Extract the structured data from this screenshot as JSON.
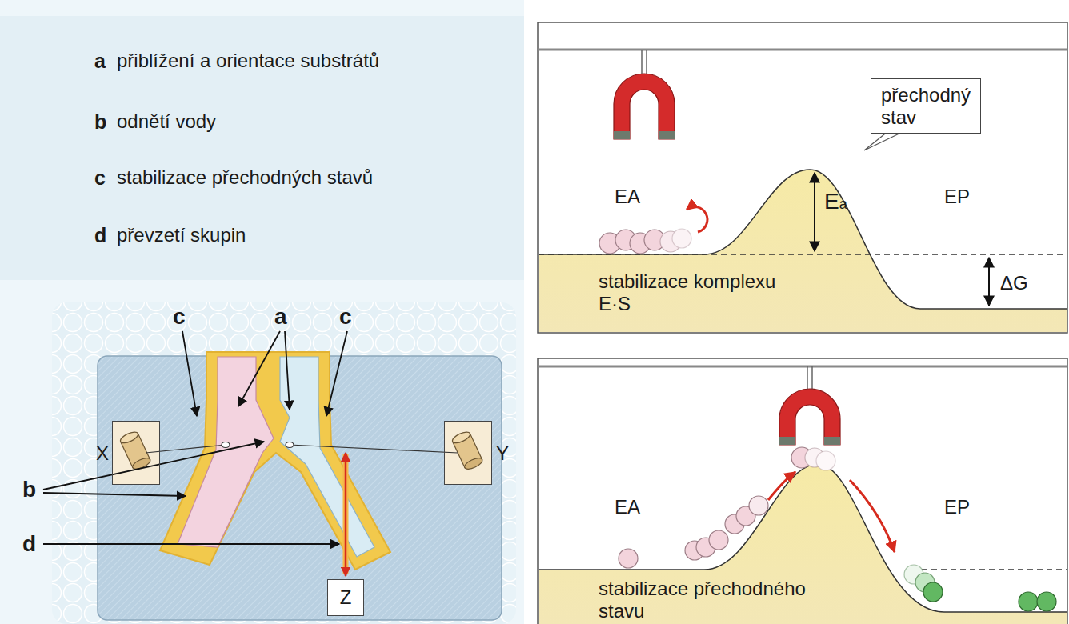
{
  "diagram": {
    "nodes": [
      {
        "text": [
          "X"
        ]
      },
      {
        "text": [
          "Y"
        ]
      },
      {
        "text": [
          "Z"
        ]
      },
      {
        "text": [
          "přechodný stav"
        ]
      }
    ],
    "labels": [
      "a",
      "přiblížení a orientace substrátů",
      "b",
      "odnětí vody",
      "c",
      "stabilizace přechodných stavů",
      "d",
      "převzetí skupin",
      "c",
      "a",
      "c",
      "b",
      "d",
      "EA",
      "Ea",
      "EP",
      "ΔG",
      "stabilizace komplexu E·S",
      "EA",
      "EP",
      "stabilizace přechodného stavu"
    ]
  }
}
